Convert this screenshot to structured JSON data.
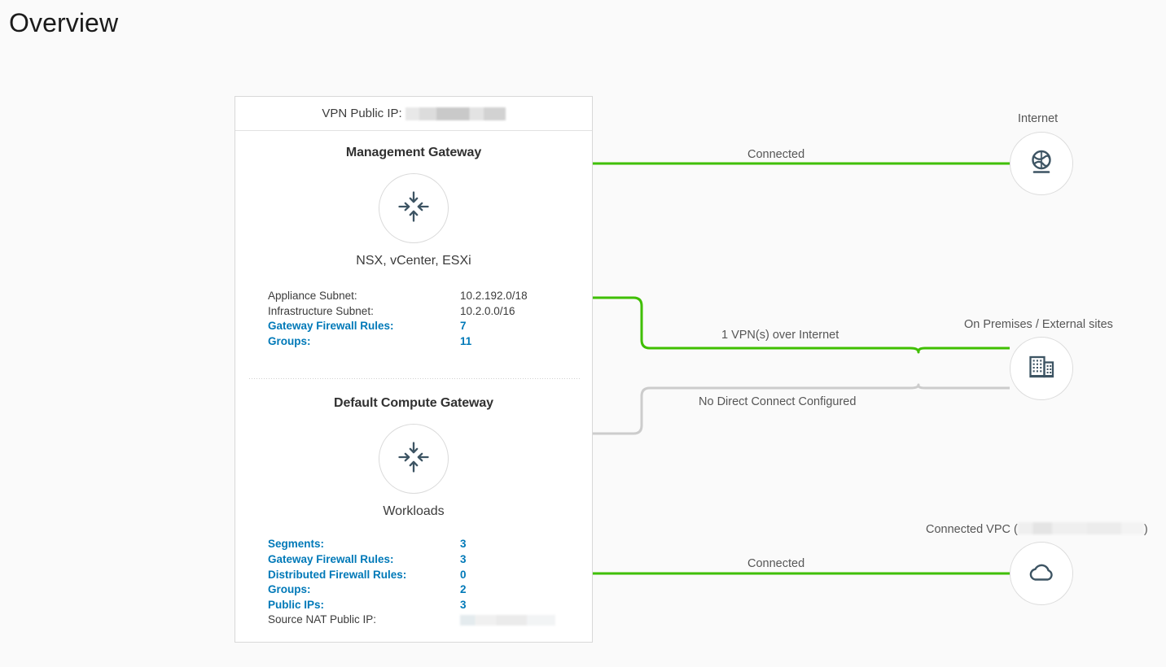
{
  "page": {
    "title": "Overview",
    "background": "#fafafa",
    "accent_link": "#0079b8",
    "connected_color": "#3fbf00",
    "disconnected_color": "#cccccc"
  },
  "card": {
    "header": {
      "label": "VPN Public IP:",
      "value_redacted": true
    },
    "management_gateway": {
      "title": "Management Gateway",
      "icon": "gateway-arrows-icon",
      "subtitle": "NSX, vCenter, ESXi",
      "stats": [
        {
          "key": "Appliance Subnet:",
          "value": "10.2.192.0/18",
          "link": false
        },
        {
          "key": "Infrastructure Subnet:",
          "value": "10.2.0.0/16",
          "link": false
        },
        {
          "key": "Gateway Firewall Rules:",
          "value": "7",
          "link": true
        },
        {
          "key": "Groups:",
          "value": "11",
          "link": true
        }
      ]
    },
    "compute_gateway": {
      "title": "Default Compute Gateway",
      "icon": "gateway-arrows-icon",
      "subtitle": "Workloads",
      "stats": [
        {
          "key": "Segments:",
          "value": "3",
          "link": true
        },
        {
          "key": "Gateway Firewall Rules:",
          "value": "3",
          "link": true
        },
        {
          "key": "Distributed Firewall Rules:",
          "value": "0",
          "link": true
        },
        {
          "key": "Groups:",
          "value": "2",
          "link": true
        },
        {
          "key": "Public IPs:",
          "value": "3",
          "link": true
        },
        {
          "key": "Source NAT Public IP:",
          "value": "",
          "link": false,
          "redacted": true
        }
      ]
    }
  },
  "nodes": [
    {
      "id": "internet",
      "label": "Internet",
      "icon": "globe-network-icon"
    },
    {
      "id": "on-premises",
      "label": "On Premises / External sites",
      "icon": "buildings-icon"
    },
    {
      "id": "connected-vpc",
      "label_prefix": "Connected VPC (",
      "label_suffix": ")",
      "value_redacted": true,
      "icon": "cloud-icon"
    }
  ],
  "connections": [
    {
      "id": "mgmt-to-internet",
      "label": "Connected",
      "status": "connected"
    },
    {
      "id": "vpn-to-onprem",
      "label": "1 VPN(s) over Internet",
      "status": "connected"
    },
    {
      "id": "direct-connect",
      "label": "No Direct Connect Configured",
      "status": "not-configured"
    },
    {
      "id": "compute-to-vpc",
      "label": "Connected",
      "status": "connected"
    }
  ]
}
